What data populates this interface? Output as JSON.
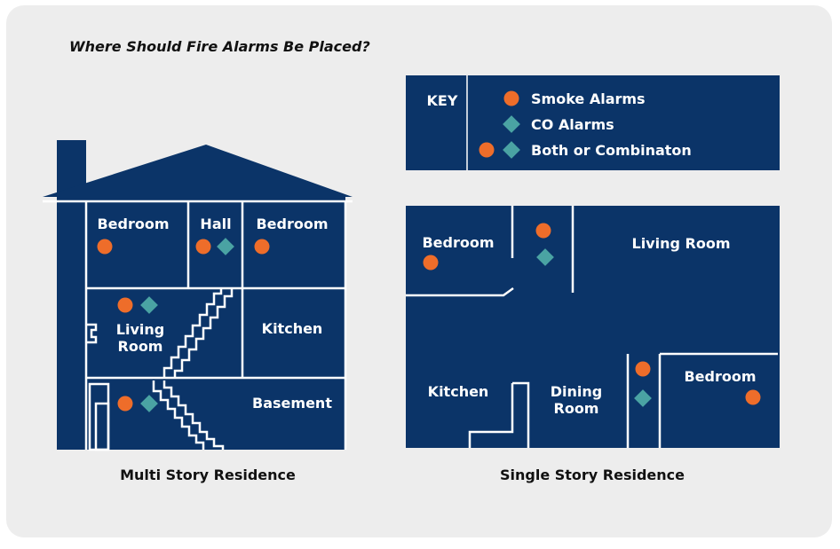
{
  "title": "Where Should Fire Alarms Be Placed?",
  "colors": {
    "background": "#ededed",
    "navy": "#0b3468",
    "line": "#ffffff",
    "smoke_alarm": "#ee6d2a",
    "co_alarm": "#4aa3a3"
  },
  "key": {
    "heading": "KEY",
    "items": [
      {
        "label": "Smoke Alarms",
        "icons": [
          "smoke-alarm-icon"
        ]
      },
      {
        "label": "CO Alarms",
        "icons": [
          "co-alarm-icon"
        ]
      },
      {
        "label": "Both or Combinaton",
        "icons": [
          "smoke-alarm-icon",
          "co-alarm-icon"
        ]
      }
    ]
  },
  "multi_story": {
    "caption": "Multi Story Residence",
    "rooms": {
      "bedroom_left": "Bedroom",
      "hall": "Hall",
      "bedroom_right": "Bedroom",
      "living_line1": "Living",
      "living_line2": "Room",
      "kitchen": "Kitchen",
      "basement": "Basement"
    }
  },
  "single_story": {
    "caption": "Single Story Residence",
    "rooms": {
      "bedroom_left": "Bedroom",
      "living_room": "Living Room",
      "kitchen": "Kitchen",
      "dining_line1": "Dining",
      "dining_line2": "Room",
      "bedroom_right": "Bedroom"
    }
  }
}
